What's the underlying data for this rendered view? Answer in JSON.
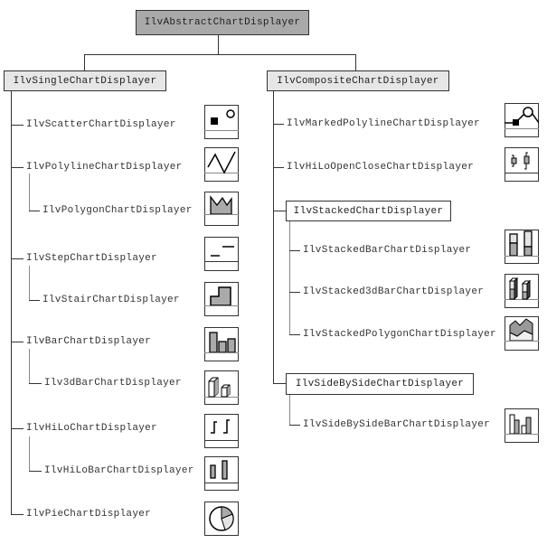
{
  "root": {
    "label": "IlvAbstractChartDisplayer"
  },
  "single": {
    "label": "IlvSingleChartDisplayer",
    "children": [
      {
        "label": "IlvScatterChartDisplayer",
        "icon": "scatter-chart-icon"
      },
      {
        "label": "IlvPolylineChartDisplayer",
        "icon": "polyline-chart-icon"
      },
      {
        "label": "IlvPolygonChartDisplayer",
        "icon": "polygon-chart-icon"
      },
      {
        "label": "IlvStepChartDisplayer",
        "icon": "step-chart-icon"
      },
      {
        "label": "IlvStairChartDisplayer",
        "icon": "stair-chart-icon"
      },
      {
        "label": "IlvBarChartDisplayer",
        "icon": "bar-chart-icon"
      },
      {
        "label": "Ilv3dBarChartDisplayer",
        "icon": "3d-bar-chart-icon"
      },
      {
        "label": "IlvHiLoChartDisplayer",
        "icon": "hilo-chart-icon"
      },
      {
        "label": "IlvHiLoBarChartDisplayer",
        "icon": "hilo-bar-chart-icon"
      },
      {
        "label": "IlvPieChartDisplayer",
        "icon": "pie-chart-icon"
      }
    ]
  },
  "composite": {
    "label": "IlvCompositeChartDisplayer",
    "children": [
      {
        "label": "IlvMarkedPolylineChartDisplayer",
        "icon": "marked-polyline-chart-icon"
      },
      {
        "label": "IlvHiLoOpenCloseChartDisplayer",
        "icon": "hilo-open-close-chart-icon"
      }
    ],
    "stacked": {
      "label": "IlvStackedChartDisplayer",
      "children": [
        {
          "label": "IlvStackedBarChartDisplayer",
          "icon": "stacked-bar-chart-icon"
        },
        {
          "label": "IlvStacked3dBarChartDisplayer",
          "icon": "stacked-3d-bar-chart-icon"
        },
        {
          "label": "IlvStackedPolygonChartDisplayer",
          "icon": "stacked-polygon-chart-icon"
        }
      ]
    },
    "sidebyside": {
      "label": "IlvSideBySideChartDisplayer",
      "children": [
        {
          "label": "IlvSideBySideBarChartDisplayer",
          "icon": "side-by-side-bar-chart-icon"
        }
      ]
    }
  }
}
